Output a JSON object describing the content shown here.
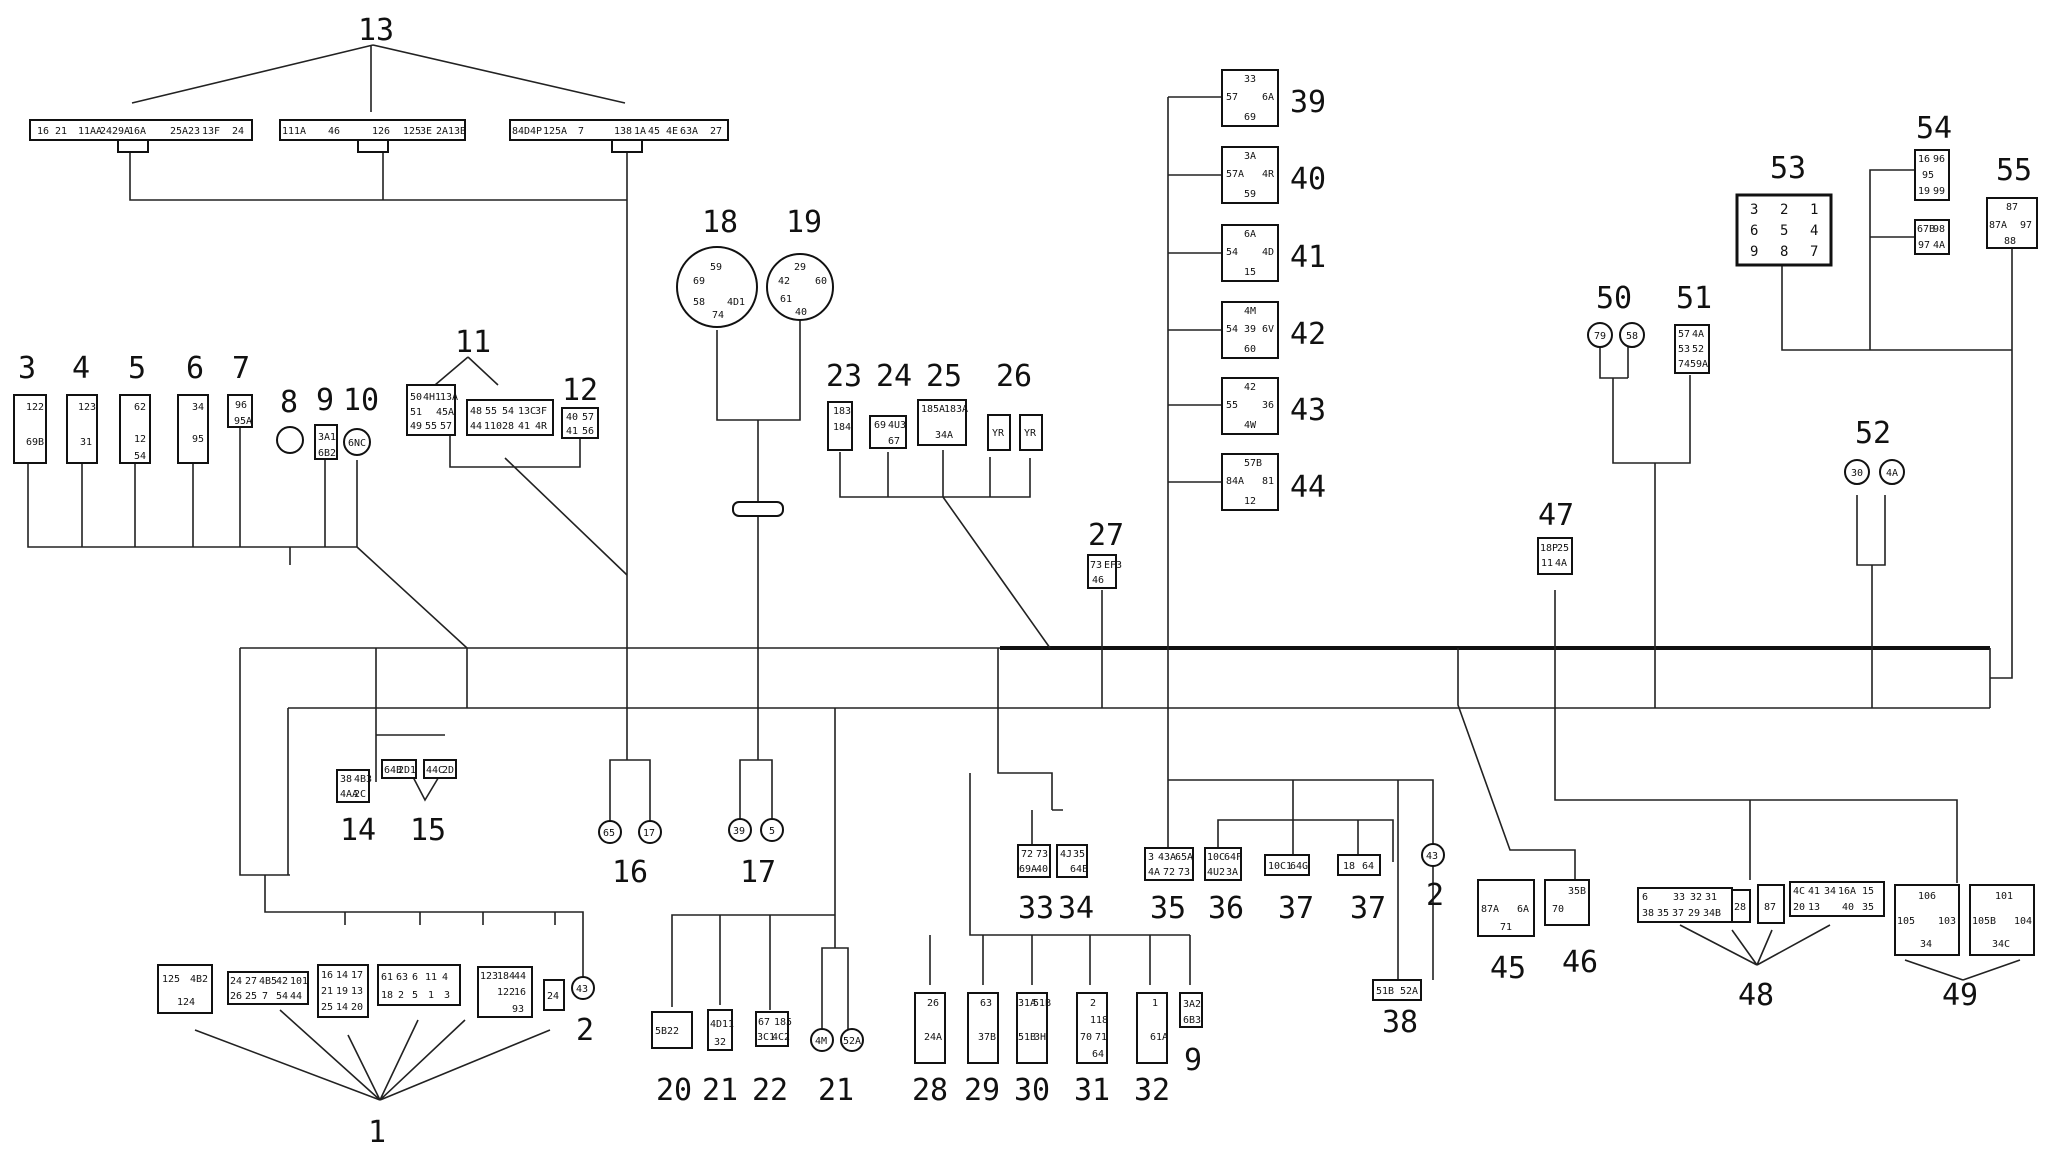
{
  "labels": {
    "l1": "1",
    "l2a": "2",
    "l2b": "2",
    "l3": "3",
    "l4": "4",
    "l5": "5",
    "l6": "6",
    "l7": "7",
    "l8": "8",
    "l9a": "9",
    "l9b": "9",
    "l10": "10",
    "l11": "11",
    "l12": "12",
    "l13": "13",
    "l14": "14",
    "l15": "15",
    "l16": "16",
    "l17": "17",
    "l18": "18",
    "l19": "19",
    "l20": "20",
    "l21a": "21",
    "l21b": "21",
    "l22": "22",
    "l23": "23",
    "l24": "24",
    "l25": "25",
    "l26": "26",
    "l27": "27",
    "l28": "28",
    "l29": "29",
    "l30": "30",
    "l31": "31",
    "l32": "32",
    "l33": "33",
    "l34": "34",
    "l35": "35",
    "l36": "36",
    "l37a": "37",
    "l37b": "37",
    "l38": "38",
    "l39": "39",
    "l40": "40",
    "l41": "41",
    "l42": "42",
    "l43": "43",
    "l44": "44",
    "l45": "45",
    "l46": "46",
    "l47": "47",
    "l48": "48",
    "l49": "49",
    "l50": "50",
    "l51": "51",
    "l52": "52",
    "l53": "53",
    "l54": "54",
    "l55": "55"
  },
  "connectors": {
    "c13a": [
      "16",
      "21",
      "11AA",
      "24",
      "29A",
      "16A",
      "25A",
      "23",
      "13F",
      "24"
    ],
    "c13b": [
      "111A",
      "46",
      "126",
      "125",
      "3E",
      "2A",
      "13B"
    ],
    "c13c": [
      "84D",
      "4P",
      "125A",
      "7",
      "138",
      "1A",
      "45",
      "4E",
      "63A",
      "27"
    ],
    "c3": [
      "122",
      "69B"
    ],
    "c4": [
      "123",
      "31"
    ],
    "c5": [
      "62",
      "12",
      "54"
    ],
    "c6": [
      "34",
      "95"
    ],
    "c7": [
      "96",
      "95A"
    ],
    "c9": [
      "3A1",
      "6B2"
    ],
    "c10": [
      "6NC"
    ],
    "c11": [
      "50",
      "4H1",
      "13A",
      "51",
      "45A",
      "49",
      "55",
      "57"
    ],
    "c11b": [
      "48",
      "55",
      "54",
      "13C",
      "3F",
      "44",
      "110",
      "28",
      "41",
      "4R"
    ],
    "c12": [
      "40",
      "57",
      "41",
      "56"
    ],
    "c18": [
      "59",
      "69",
      "58",
      "74",
      "4D1"
    ],
    "c19": [
      "29",
      "60",
      "42",
      "61",
      "40"
    ],
    "c23": [
      "183",
      "184"
    ],
    "c24": [
      "69",
      "4U3",
      "67"
    ],
    "c25": [
      "185A",
      "183A",
      "34A"
    ],
    "c26a": [
      "YR"
    ],
    "c26b": [
      "YR"
    ],
    "c27": [
      "73",
      "EF3",
      "46"
    ],
    "c14": [
      "38",
      "4B3",
      "4AA",
      "2C"
    ],
    "c15a": [
      "64B",
      "2D1"
    ],
    "c15b": [
      "44C",
      "2D"
    ],
    "c16a": [
      "65"
    ],
    "c16b": [
      "17"
    ],
    "c17a": [
      "39"
    ],
    "c17b": [
      "5"
    ],
    "c1a": [
      "125",
      "4B2",
      "124"
    ],
    "c1b": [
      "24",
      "27",
      "4B5",
      "42",
      "101",
      "26",
      "25",
      "7",
      "54",
      "44"
    ],
    "c1c": [
      "16",
      "14",
      "17",
      "21",
      "19",
      "13",
      "25",
      "14",
      "20"
    ],
    "c1d": [
      "61",
      "63",
      "6",
      "11",
      "4",
      "18",
      "2",
      "5",
      "1",
      "3"
    ],
    "c1e": [
      "123",
      "184",
      "44",
      "122",
      "16",
      "93"
    ],
    "c1f": [
      "24"
    ],
    "c2a": [
      "43"
    ],
    "c20": [
      "5B22"
    ],
    "c21a": [
      "4D11",
      "32"
    ],
    "c22": [
      "67",
      "185",
      "3C1",
      "4C2"
    ],
    "c21b": [
      "4M"
    ],
    "c21c": [
      "52A"
    ],
    "c28": [
      "26",
      "24A"
    ],
    "c29": [
      "63",
      "37B"
    ],
    "c30": [
      "31A",
      "51B",
      "51B",
      "3H"
    ],
    "c31": [
      "2",
      "118",
      "70",
      "71",
      "64"
    ],
    "c32": [
      "1",
      "61A"
    ],
    "c9b": [
      "3A2",
      "6B3"
    ],
    "c33": [
      "72",
      "73",
      "69A",
      "40"
    ],
    "c34": [
      "4J",
      "35",
      "64E"
    ],
    "c35": [
      "3",
      "43A",
      "65A",
      "4A",
      "72",
      "73"
    ],
    "c36": [
      "10C",
      "64F",
      "4U2",
      "3A"
    ],
    "c37a": [
      "10C1",
      "64G"
    ],
    "c37b": [
      "18",
      "64"
    ],
    "c2b": [
      "43"
    ],
    "c38": [
      "51B",
      "52A"
    ],
    "c39": [
      "33",
      "57",
      "6A",
      "69"
    ],
    "c40": [
      "3A",
      "57A",
      "4R",
      "59"
    ],
    "c41": [
      "6A",
      "54",
      "4D",
      "15"
    ],
    "c42": [
      "4M",
      "54",
      "39",
      "6V",
      "60"
    ],
    "c43": [
      "42",
      "55",
      "36",
      "4W"
    ],
    "c44": [
      "57B",
      "84A",
      "81",
      "12"
    ],
    "c45": [
      "87A",
      "6A",
      "71"
    ],
    "c46": [
      "35B",
      "70"
    ],
    "c47": [
      "18P",
      "25",
      "11",
      "4A"
    ],
    "c48a": [
      "6",
      "33",
      "32",
      "31",
      "38",
      "35",
      "37",
      "29",
      "34B"
    ],
    "c48b": [
      "28"
    ],
    "c48c": [
      "87"
    ],
    "c48d": [
      "4C",
      "41",
      "34",
      "16A",
      "15",
      "20",
      "13",
      "40",
      "35"
    ],
    "c49a": [
      "106",
      "105",
      "103",
      "34"
    ],
    "c49b": [
      "101",
      "105B",
      "104",
      "34C"
    ],
    "c50a": [
      "79"
    ],
    "c50b": [
      "58"
    ],
    "c51": [
      "57",
      "4A",
      "53",
      "52",
      "74",
      "59A"
    ],
    "c52a": [
      "30"
    ],
    "c52b": [
      "4A"
    ],
    "c53": [
      "3",
      "2",
      "1",
      "6",
      "5",
      "4",
      "9",
      "8",
      "7"
    ],
    "c54a": [
      "16",
      "96",
      "95",
      "19",
      "99"
    ],
    "c54b": [
      "67B",
      "98",
      "97",
      "4A"
    ],
    "c55": [
      "87",
      "87A",
      "97",
      "88"
    ]
  }
}
